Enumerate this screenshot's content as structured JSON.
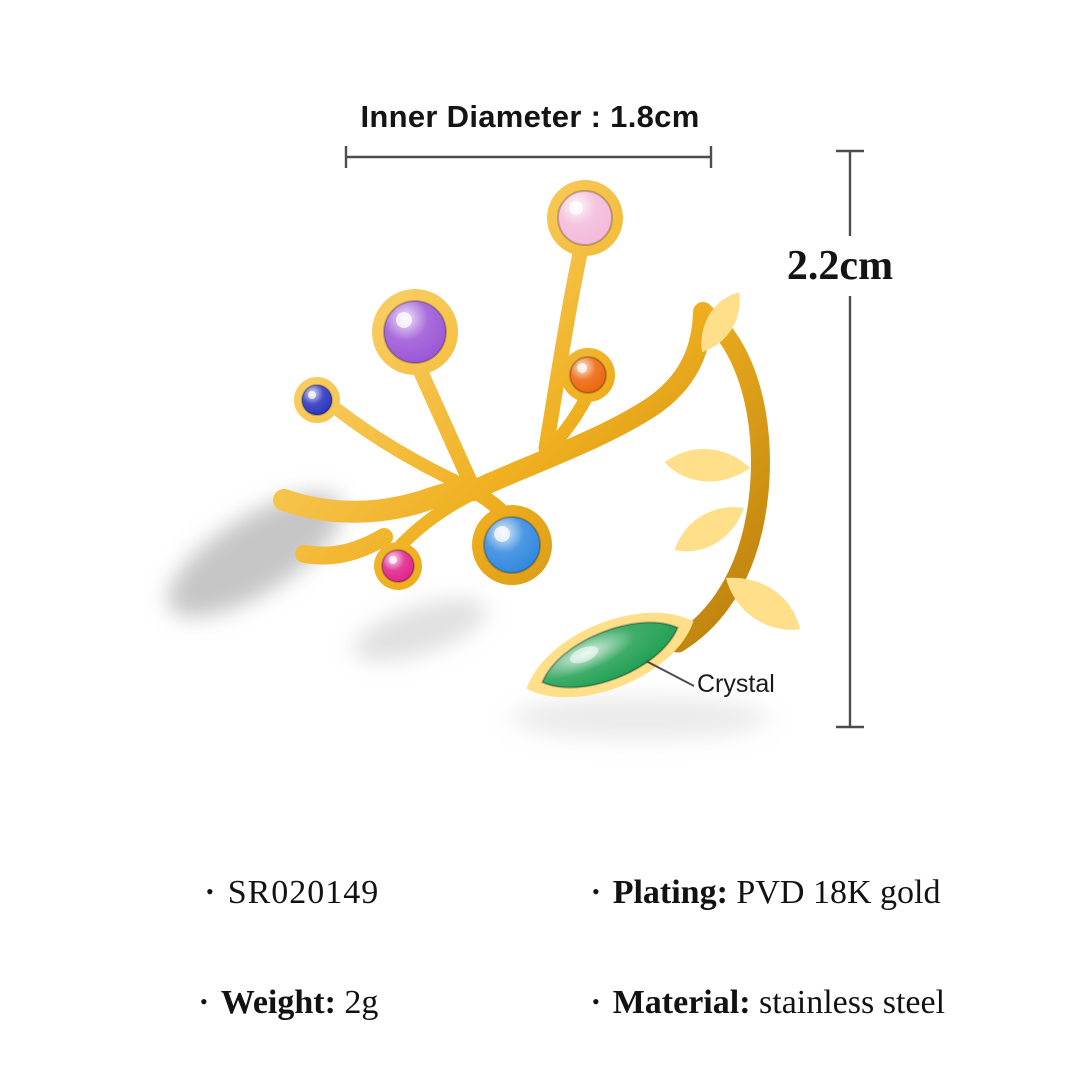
{
  "annotations": {
    "inner_diameter": "Inner Diameter : 1.8cm",
    "height": "2.2cm",
    "crystal": "Crystal"
  },
  "specs": [
    {
      "bullet": "•",
      "label": "",
      "value": "SR020149"
    },
    {
      "bullet": "•",
      "label": "Plating:",
      "value": " PVD 18K gold"
    },
    {
      "bullet": "•",
      "label": "Weight:",
      "value": " 2g"
    },
    {
      "bullet": "•",
      "label": "Material:",
      "value": " stainless steel"
    }
  ],
  "colors": {
    "gold_light": "#ffdf8a",
    "gold": "#efaf1f",
    "gold_dark": "#b07508",
    "measure_line": "#4d4d4d",
    "gem_pink": "#f3b9d9",
    "gem_purple": "#9a53d6",
    "gem_orange": "#ec6307",
    "gem_navy": "#2531c0",
    "gem_magenta": "#e01f8a",
    "gem_blue": "#2e86de",
    "gem_green": "#1d9e50"
  }
}
